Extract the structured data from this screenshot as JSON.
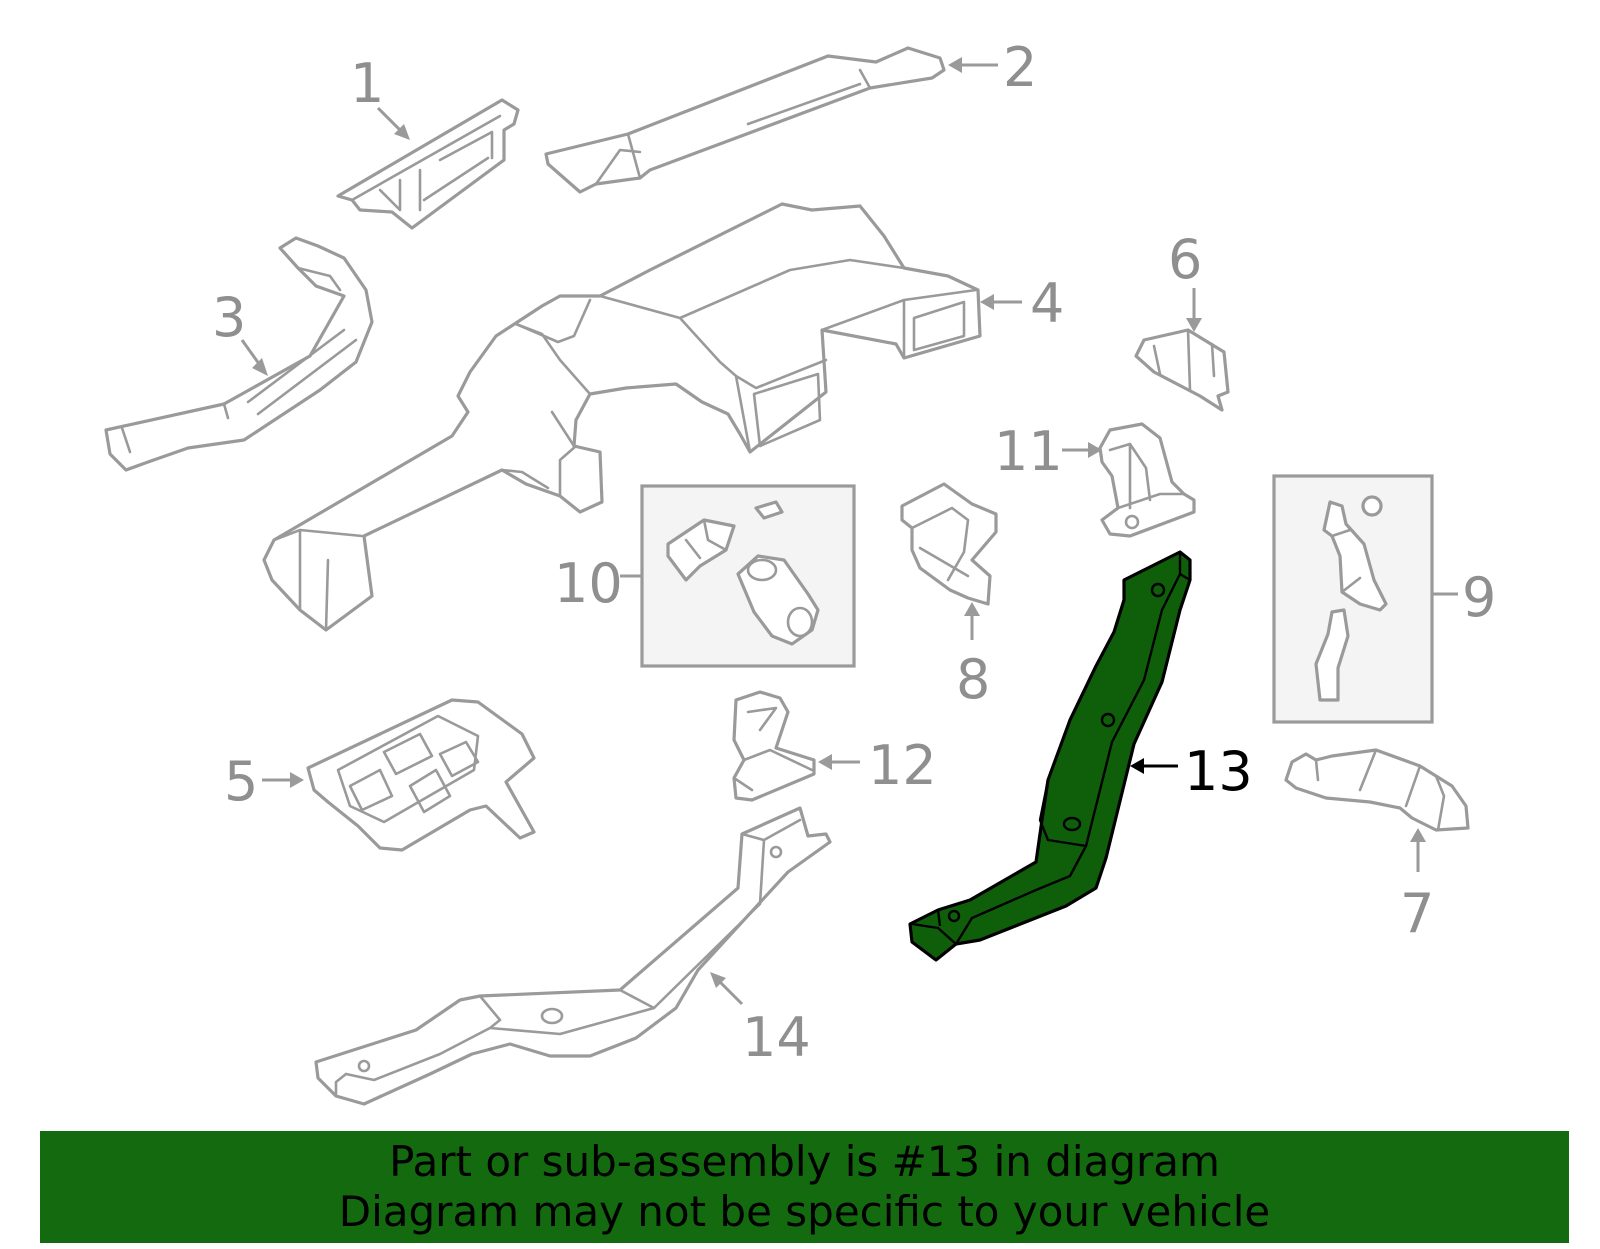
{
  "callouts": [
    "1",
    "2",
    "3",
    "4",
    "5",
    "6",
    "7",
    "8",
    "9",
    "10",
    "11",
    "12",
    "13",
    "14"
  ],
  "highlighted_callout": "13",
  "colors": {
    "highlight_fill": "#0f5f0a",
    "banner_bg": "#136a0f",
    "line_gray": "#9a9a9a",
    "text_gray": "#8f8f8f"
  },
  "banner": {
    "line1": "Part or sub-assembly is #13 in diagram",
    "line2": "Diagram may not be specific to your vehicle"
  }
}
